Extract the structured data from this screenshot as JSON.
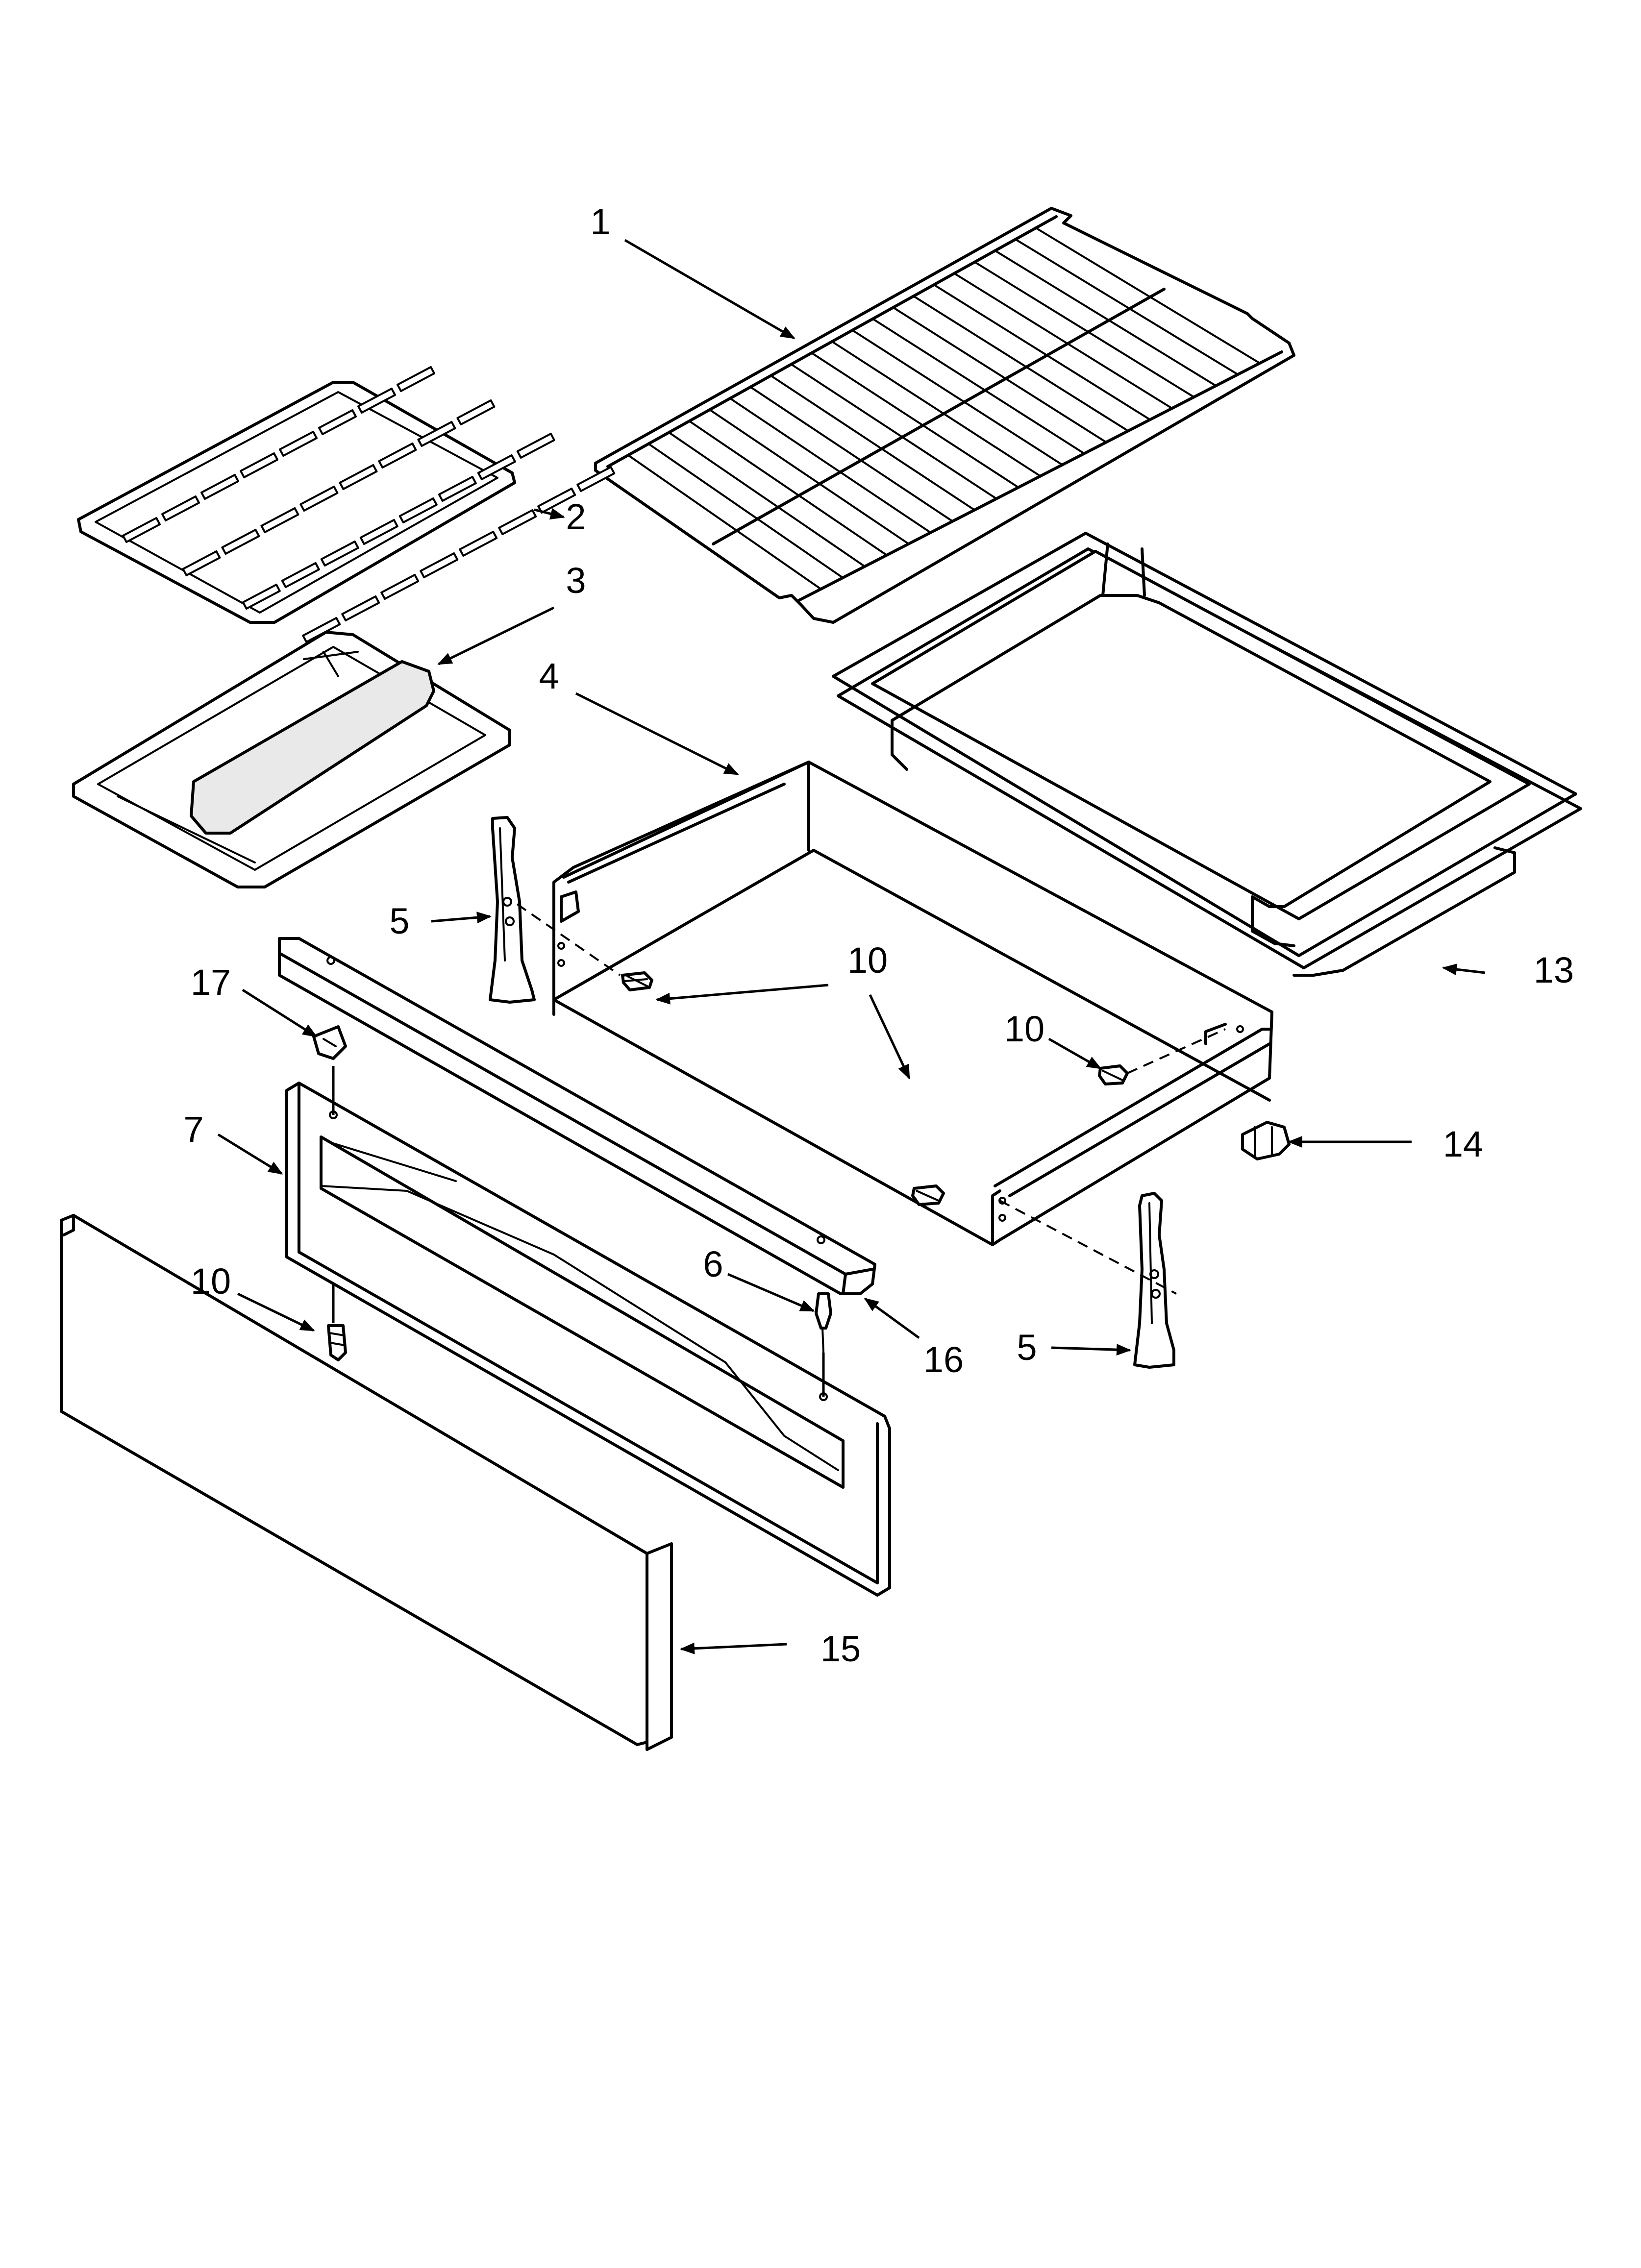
{
  "diagram": {
    "callouts": [
      {
        "id": "c1",
        "text": "1"
      },
      {
        "id": "c2",
        "text": "2"
      },
      {
        "id": "c3",
        "text": "3"
      },
      {
        "id": "c4",
        "text": "4"
      },
      {
        "id": "c5a",
        "text": "5"
      },
      {
        "id": "c5b",
        "text": "5"
      },
      {
        "id": "c6",
        "text": "6"
      },
      {
        "id": "c7",
        "text": "7"
      },
      {
        "id": "c10a",
        "text": "10"
      },
      {
        "id": "c10b",
        "text": "10"
      },
      {
        "id": "c10c",
        "text": "10"
      },
      {
        "id": "c13",
        "text": "13"
      },
      {
        "id": "c14",
        "text": "14"
      },
      {
        "id": "c15",
        "text": "15"
      },
      {
        "id": "c16",
        "text": "16"
      },
      {
        "id": "c17",
        "text": "17"
      }
    ]
  }
}
